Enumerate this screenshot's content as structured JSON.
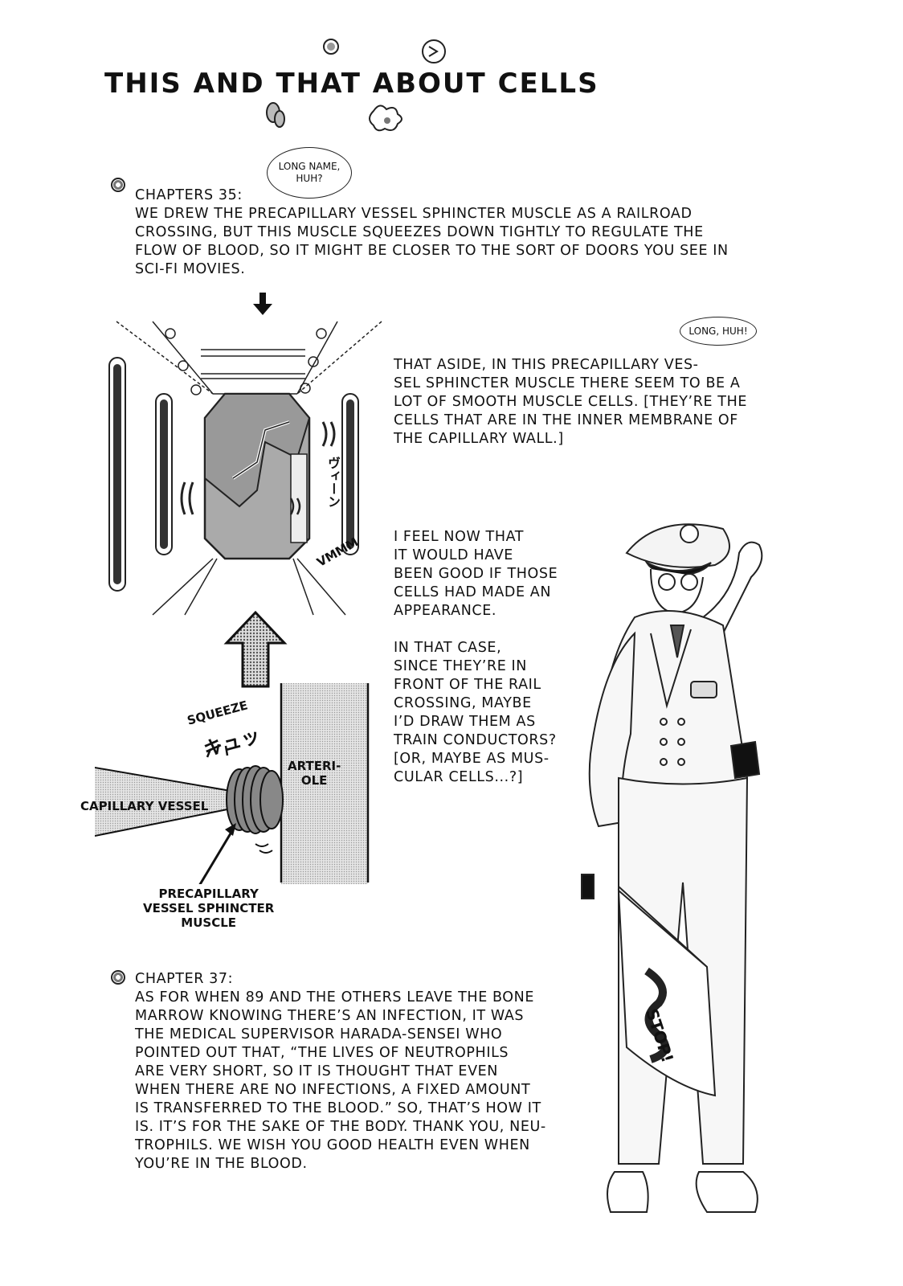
{
  "page_title": "THIS AND THAT ABOUT CELLS",
  "bubbles": {
    "long_name": [
      "LONG NAME,",
      "HUH?"
    ],
    "long_huh": "LONG, HUH!"
  },
  "chapter35": {
    "heading": "CHAPTERS 35:",
    "lines": [
      "WE DREW THE PRECAPILLARY VESSEL SPHINCTER MUSCLE AS A RAILROAD",
      "CROSSING, BUT THIS MUSCLE SQUEEZES DOWN TIGHTLY TO REGULATE THE",
      "FLOW OF BLOOD, SO IT MIGHT BE CLOSER TO THE SORT OF DOORS YOU SEE IN",
      "SCI-FI MOVIES."
    ]
  },
  "aside_text": [
    "THAT ASIDE, IN THIS PRECAPILLARY VES-",
    "SEL SPHINCTER MUSCLE THERE SEEM TO BE A",
    "LOT OF SMOOTH MUSCLE CELLS. [THEY’RE THE",
    "CELLS THAT ARE IN THE INNER MEMBRANE OF",
    "THE CAPILLARY WALL.]"
  ],
  "feel_text": [
    "I FEEL NOW THAT",
    "IT WOULD HAVE",
    "BEEN GOOD IF THOSE",
    "CELLS HAD MADE AN",
    "APPEARANCE.",
    "",
    "IN THAT CASE,",
    "SINCE THEY’RE IN",
    "FRONT OF THE RAIL",
    "CROSSING, MAYBE",
    "I’D DRAW THEM AS",
    "TRAIN CONDUCTORS?",
    "[OR, MAYBE AS MUS-",
    "CULAR CELLS...?]"
  ],
  "sfx": {
    "vmmm": "VMMM",
    "vmmm_jp": "ヴィーン",
    "squeeze": "SQUEEZE",
    "squeeze_jp": "キュッ"
  },
  "diagram_labels": {
    "capillary": "CAPILLARY VESSEL",
    "arteriole": [
      "ARTERI-",
      "OLE"
    ],
    "sphincter": [
      "PRECAPILLARY",
      "VESSEL SPHINCTER",
      "MUSCLE"
    ]
  },
  "flag_text": "STOP!",
  "chapter37": {
    "heading": "CHAPTER 37:",
    "lines": [
      "AS FOR WHEN 89 AND THE OTHERS LEAVE THE BONE",
      "MARROW KNOWING THERE’S AN INFECTION, IT WAS",
      "THE MEDICAL SUPERVISOR HARADA-SENSEI WHO",
      "POINTED OUT THAT, “THE LIVES OF NEUTROPHILS",
      "ARE VERY SHORT, SO IT IS THOUGHT THAT EVEN",
      "WHEN THERE ARE NO INFECTIONS, A FIXED AMOUNT",
      "IS TRANSFERRED TO THE BLOOD.” SO, THAT’S HOW IT",
      "IS. IT’S FOR THE SAKE OF THE BODY. THANK YOU, NEU-",
      "TROPHILS. WE WISH YOU GOOD HEALTH EVEN WHEN",
      "YOU’RE IN THE BLOOD."
    ]
  }
}
